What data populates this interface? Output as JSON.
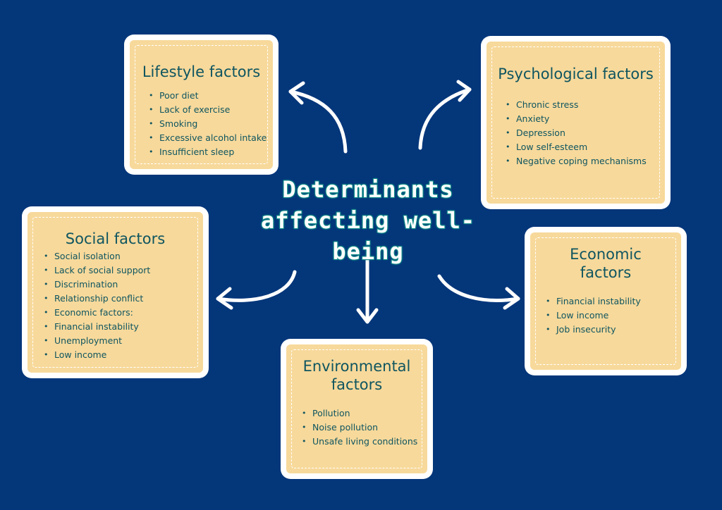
{
  "title": "Determinants affecting well-being",
  "colors": {
    "background": "#04367a",
    "card_border": "#ffffff",
    "card_fill": "#f7d99b",
    "text": "#0f5560",
    "title_outline": "#128c88"
  },
  "lifestyle": {
    "title": "Lifestyle factors",
    "items": [
      "Poor diet",
      "Lack of exercise",
      "Smoking",
      "Excessive alcohol intake",
      "Insufficient sleep"
    ]
  },
  "psychological": {
    "title": "Psychological factors",
    "items": [
      "Chronic stress",
      "Anxiety",
      "Depression",
      "Low self-esteem",
      "Negative coping mechanisms"
    ]
  },
  "social": {
    "title": "Social factors",
    "items": [
      "Social isolation",
      "Lack of social support",
      "Discrimination",
      "Relationship conflict",
      "Economic factors:",
      "Financial instability",
      "Unemployment",
      "Low income"
    ]
  },
  "economic": {
    "title": "Economic factors",
    "items": [
      "Financial instability",
      "Low income",
      "Job insecurity"
    ]
  },
  "environmental": {
    "title": "Environmental factors",
    "items": [
      "Pollution",
      "Noise pollution",
      "Unsafe living conditions"
    ]
  }
}
